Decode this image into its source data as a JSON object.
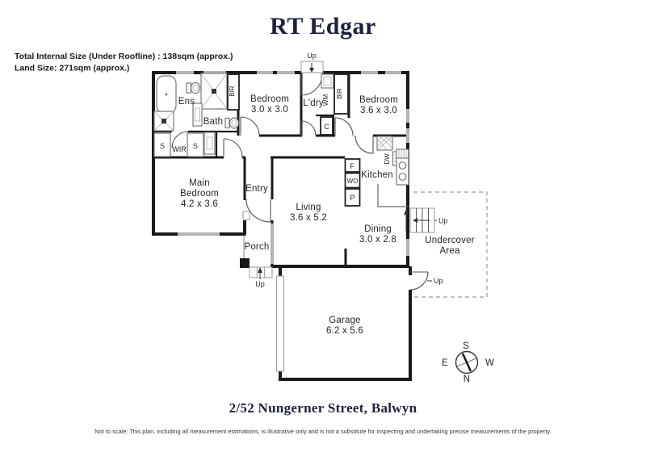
{
  "brand": {
    "title": "RT Edgar"
  },
  "info": {
    "line1": "Total Internal Size (Under Roofline) : 138sqm (approx.)",
    "line2": "Land Size: 271sqm (approx.)"
  },
  "rooms": {
    "ensuite": {
      "name": "Ens"
    },
    "bath": {
      "name": "Bath"
    },
    "wir": {
      "name": "WIR"
    },
    "bedroom1": {
      "name": "Bedroom",
      "dims": "3.0 x 3.0"
    },
    "laundry": {
      "name": "L'dry"
    },
    "bedroom2": {
      "name": "Bedroom",
      "dims": "3.6 x 3.0"
    },
    "main_bedroom": {
      "line1": "Main",
      "line2": "Bedroom",
      "dims": "4.2 x 3.6"
    },
    "entry": {
      "name": "Entry"
    },
    "living": {
      "name": "Living",
      "dims": "3.6 x 5.2"
    },
    "kitchen": {
      "name": "Kitchen"
    },
    "dining": {
      "name": "Dining",
      "dims": "3.0 x 2.8"
    },
    "porch": {
      "name": "Porch"
    },
    "garage": {
      "name": "Garage",
      "dims": "6.2 x 5.6"
    },
    "undercover": {
      "line1": "Undercover",
      "line2": "Area"
    }
  },
  "fixtures": {
    "bir1": "BIR",
    "bir2": "BIR",
    "wm": "WM",
    "c": "C",
    "dw": "DW",
    "f": "F",
    "wo": "WO",
    "p": "P",
    "s1": "S",
    "s2": "S"
  },
  "markers": {
    "up_laundry": "Up",
    "up_porch": "Up",
    "up_stairs": "Up",
    "up_garage": "Up"
  },
  "compass": {
    "n": "N",
    "s": "S",
    "e": "E",
    "w": "W"
  },
  "footer": {
    "address": "2/52 Nungerner Street, Balwyn",
    "disclaimer": "Not to scale: This plan, including all measurement estimations, is illustrative only and is not a substitute for inspecting and undertaking precise measurements of the property."
  },
  "colors": {
    "wall": "#1a1a1a",
    "window": "#b3b3b3",
    "brand_navy": "#1c2140"
  }
}
